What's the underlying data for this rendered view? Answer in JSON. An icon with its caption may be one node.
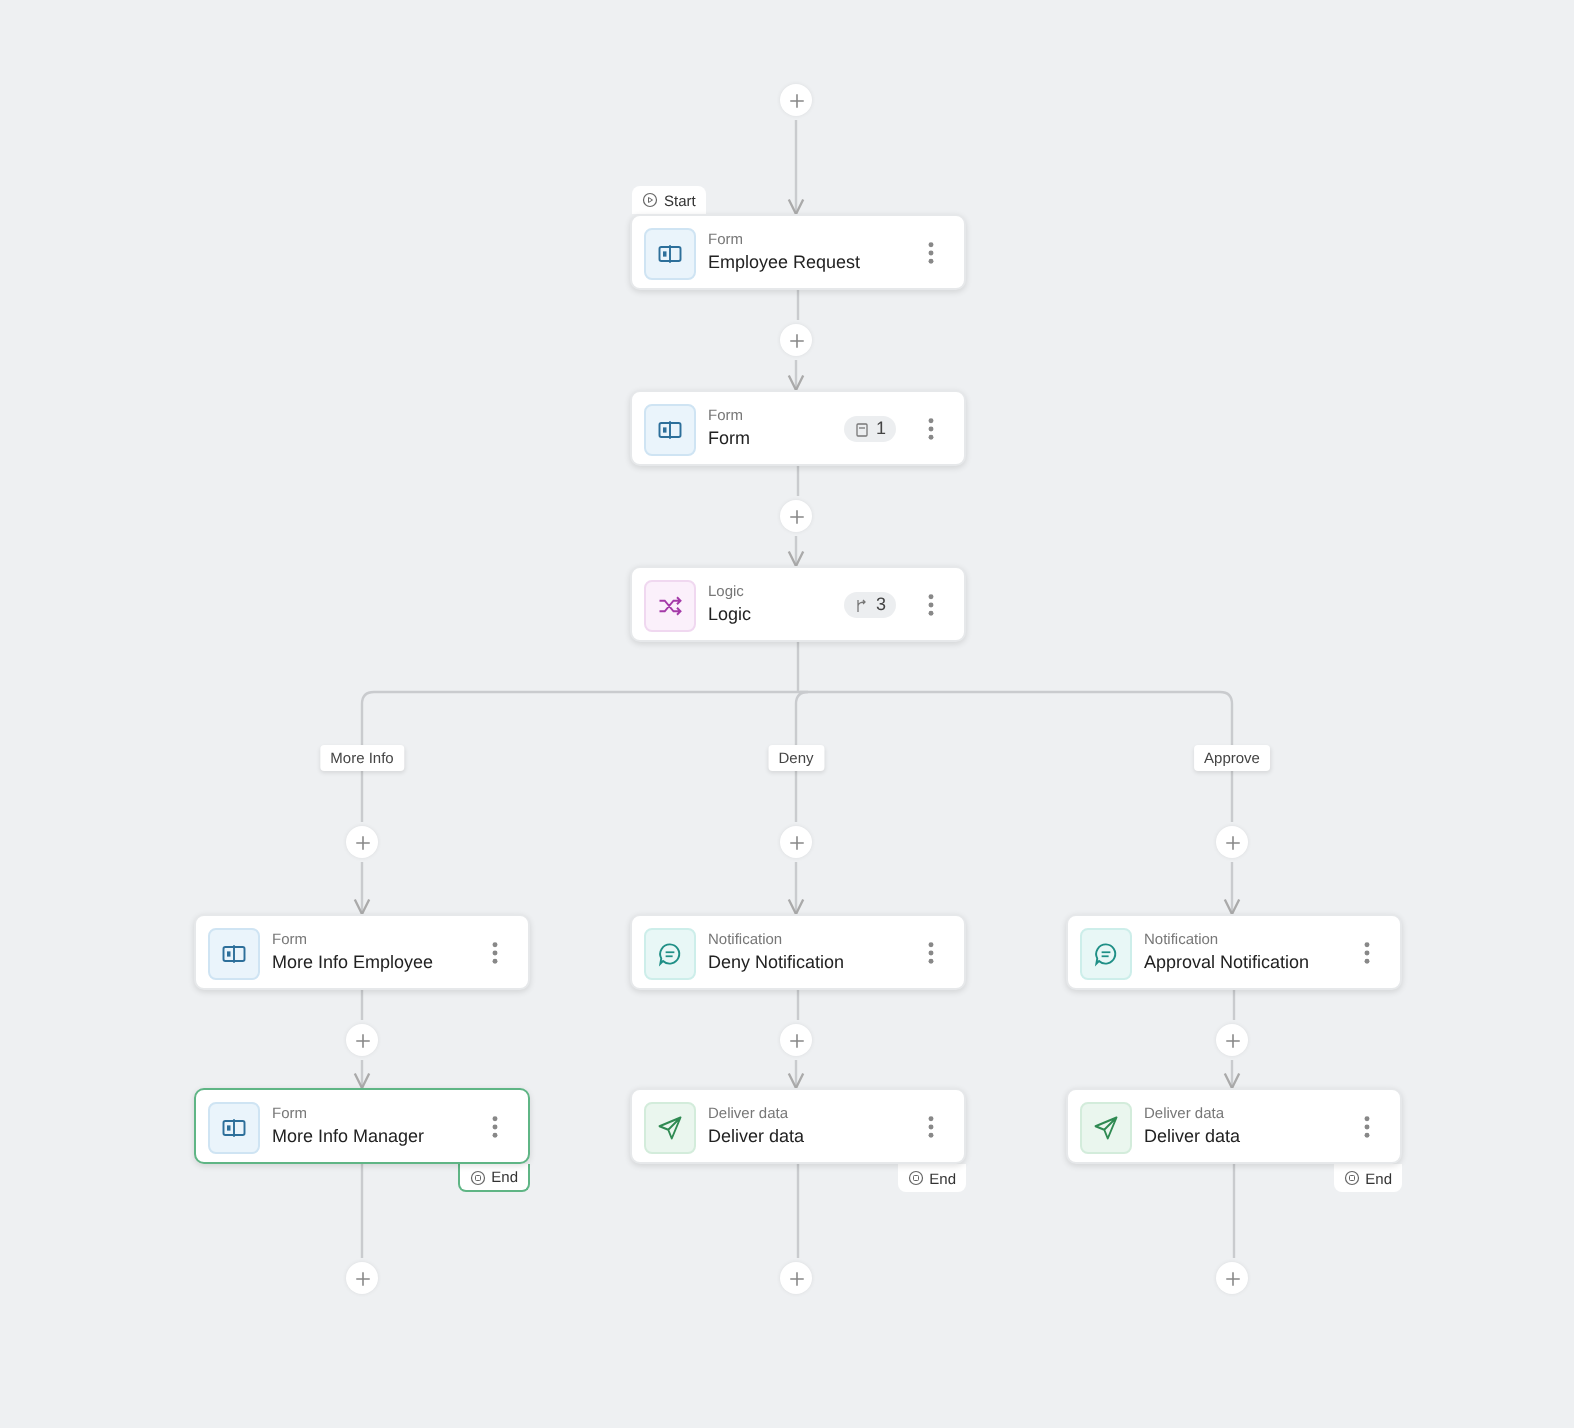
{
  "diagram": {
    "nodes": [
      {
        "text": [],
        "shape": "circle"
      },
      {
        "text": [
          "Form",
          "Employee Request"
        ],
        "beside": [
          "Start"
        ]
      },
      {
        "text": [],
        "shape": "circle"
      },
      {
        "text": [
          "Form",
          "Form",
          "1"
        ]
      },
      {
        "text": [],
        "shape": "circle"
      },
      {
        "text": [
          "Logic",
          "Logic",
          "3"
        ]
      },
      {
        "text": [],
        "shape": "circle"
      },
      {
        "text": [],
        "shape": "circle"
      },
      {
        "text": [],
        "shape": "circle"
      },
      {
        "text": [
          "Form",
          "More Info Employee"
        ]
      },
      {
        "text": [
          "Notification",
          "Deny Notification"
        ]
      },
      {
        "text": [
          "Notification",
          "Approval Notification"
        ]
      },
      {
        "text": [],
        "shape": "circle"
      },
      {
        "text": [],
        "shape": "circle"
      },
      {
        "text": [],
        "shape": "circle"
      },
      {
        "text": [
          "Form",
          "More Info Manager"
        ],
        "beside": [
          "End"
        ]
      },
      {
        "text": [
          "Deliver data",
          "Deliver data"
        ],
        "beside": [
          "End"
        ]
      },
      {
        "text": [
          "Deliver data",
          "Deliver data"
        ],
        "beside": [
          "End"
        ]
      },
      {
        "text": [],
        "shape": "circle"
      },
      {
        "text": [],
        "shape": "circle"
      },
      {
        "text": [],
        "shape": "circle"
      }
    ],
    "edges": [
      {
        "from": 0,
        "to": 1,
        "arrow": "to"
      },
      {
        "from": 1,
        "to": 2,
        "arrow": "none"
      },
      {
        "from": 2,
        "to": 3,
        "arrow": "to"
      },
      {
        "from": 3,
        "to": 4,
        "arrow": "none"
      },
      {
        "from": 4,
        "to": 5,
        "arrow": "to"
      },
      {
        "from": 5,
        "to": 6,
        "arrow": "none",
        "label": "More Info"
      },
      {
        "from": 5,
        "to": 7,
        "arrow": "none",
        "label": "Deny"
      },
      {
        "from": 5,
        "to": 8,
        "arrow": "none",
        "label": "Approve"
      },
      {
        "from": 6,
        "to": 9,
        "arrow": "to"
      },
      {
        "from": 7,
        "to": 10,
        "arrow": "to"
      },
      {
        "from": 8,
        "to": 11,
        "arrow": "to"
      },
      {
        "from": 9,
        "to": 12,
        "arrow": "none"
      },
      {
        "from": 10,
        "to": 13,
        "arrow": "none"
      },
      {
        "from": 11,
        "to": 14,
        "arrow": "none"
      },
      {
        "from": 12,
        "to": 15,
        "arrow": "to"
      },
      {
        "from": 13,
        "to": 16,
        "arrow": "to"
      },
      {
        "from": 14,
        "to": 17,
        "arrow": "to"
      },
      {
        "from": 15,
        "to": 18,
        "arrow": "none"
      },
      {
        "from": 16,
        "to": 19,
        "arrow": "none"
      },
      {
        "from": 17,
        "to": 20,
        "arrow": "none"
      }
    ]
  }
}
